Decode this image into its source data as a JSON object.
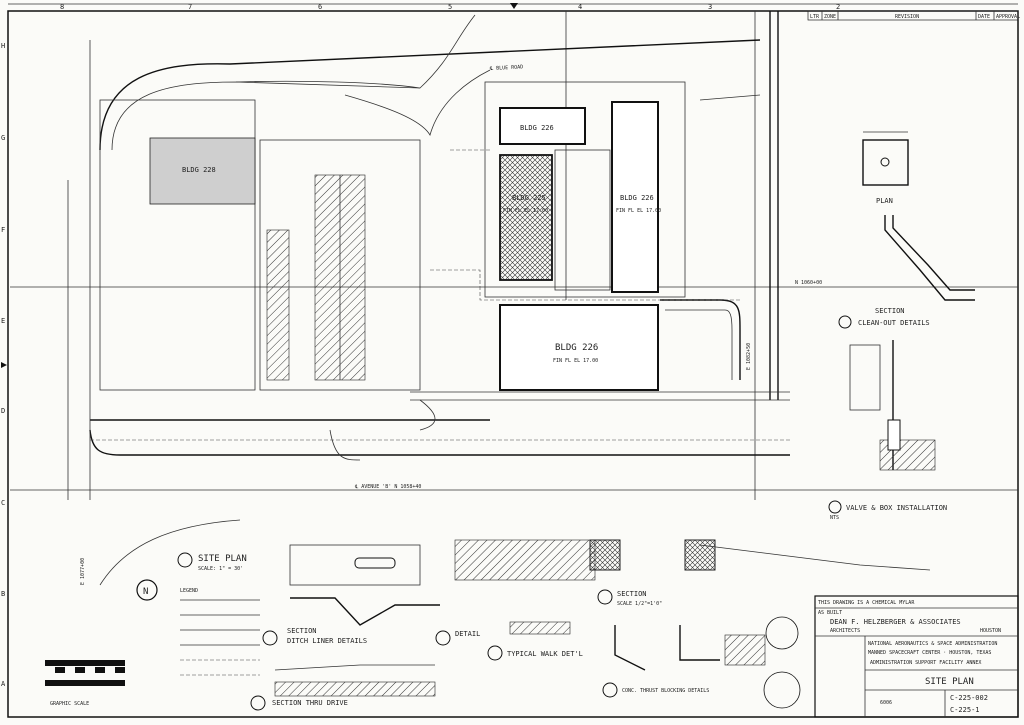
{
  "border": {
    "top_grid": [
      "8",
      "7",
      "6",
      "5",
      "4",
      "3",
      "2"
    ],
    "side_grid": [
      "H",
      "G",
      "F",
      "E",
      "D",
      "C",
      "B",
      "A"
    ]
  },
  "revision_block": {
    "headers": [
      "LTR",
      "ZONE",
      "REVISION",
      "DATE",
      "APPROVAL"
    ]
  },
  "buildings": {
    "bldg_228": "BLDG 228",
    "bldg_226_north": "BLDG 226",
    "bldg_225": "BLDG 225",
    "bldg_225_floor": "FIN FL EL 17.00",
    "bldg_226_east": "BLDG 226",
    "bldg_226_east_floor": "FIN FL EL 17.00",
    "bldg_226_south": "BLDG 226",
    "bldg_226_south_floor": "FIN FL EL 17.00"
  },
  "roads": {
    "blue_road": "℄ BLUE ROAD",
    "avenue_b": "℄ AVENUE 'B' N 1058+40",
    "e_1077": "E 1077+00",
    "e_1082": "E 1082+50",
    "n_1060": "N 1060+00"
  },
  "details": {
    "plan": "PLAN",
    "cleanout_section": "SECTION",
    "cleanout_title": "CLEAN-OUT DETAILS",
    "valve_title": "VALVE & BOX INSTALLATION",
    "valve_nts": "NTS",
    "site_plan": "SITE PLAN",
    "site_plan_scale": "SCALE: 1\" = 30'",
    "ditch_section": "SECTION",
    "ditch_title": "DITCH LINER DETAILS",
    "detail_a": "DETAIL",
    "walk_title": "TYPICAL WALK DET'L",
    "section_6": "SECTION",
    "section_6_scale": "SCALE 1/2\"=1'0\"",
    "thru_drive": "SECTION THRU DRIVE",
    "blocking": "CONC. THRUST BLOCKING DETAILS",
    "legend": "LEGEND",
    "graphic_scale": "GRAPHIC SCALE",
    "north": "N"
  },
  "title_block": {
    "chem_note": "THIS DRAWING IS A CHEMICAL MYLAR",
    "as_built": "AS BUILT",
    "firm": "DEAN F. HELZBERGER & ASSOCIATES",
    "firm_sub": "ARCHITECTS",
    "city": "HOUSTON",
    "agency": "NATIONAL AERONAUTICS & SPACE ADMINISTRATION",
    "center": "MANNED SPACECRAFT CENTER · HOUSTON, TEXAS",
    "project": "ADMINISTRATION SUPPORT FACILITY ANNEX",
    "sheet_title": "SITE PLAN",
    "code": "6006",
    "drawing_no": "C-225-002",
    "drawing_no_alt": "C-225-1"
  }
}
